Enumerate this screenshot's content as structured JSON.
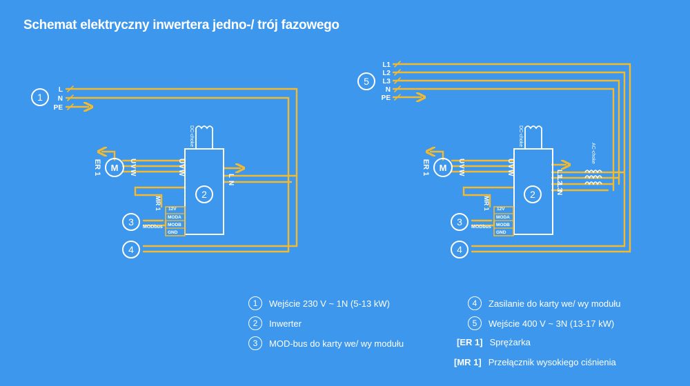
{
  "title": "Schemat elektryczny inwertera jedno-/ trój fazowego",
  "colors": {
    "background": "#3d97ec",
    "wire": "#f5b92e",
    "text": "#ffffff"
  },
  "left": {
    "input_marker": "1",
    "input_lines": [
      "L",
      "N",
      "PE"
    ],
    "motor_label": "M",
    "motor_tag": "ER 1",
    "motor_phases": [
      "U",
      "V",
      "W"
    ],
    "inverter_marker": "2",
    "dc_choke": "DC-choke",
    "output_lines": [
      "L",
      "N"
    ],
    "switch_tag": "MR 1",
    "modbus_marker": "3",
    "modbus_label": "MODbus",
    "terminals": [
      "12V",
      "MODA",
      "MODB",
      "GND"
    ],
    "power_marker": "4"
  },
  "right": {
    "input_marker": "5",
    "input_lines": [
      "L1",
      "L2",
      "L3",
      "N",
      "PE"
    ],
    "motor_label": "M",
    "motor_tag": "ER 1",
    "motor_phases": [
      "U",
      "V",
      "W"
    ],
    "inverter_marker": "2",
    "dc_choke": "DC-choke",
    "ac_choke": "AC-choke",
    "output_lines": [
      "L1",
      "L2",
      "L3",
      "N"
    ],
    "switch_tag": "MR 1",
    "modbus_marker": "3",
    "modbus_label": "MODbus",
    "terminals": [
      "12V",
      "MODA",
      "MODB",
      "GND"
    ],
    "power_marker": "4"
  },
  "legend": [
    {
      "key": "1",
      "text": "Wejście 230 V ~ 1N (5-13 kW)"
    },
    {
      "key": "2",
      "text": "Inwerter"
    },
    {
      "key": "3",
      "text": "MOD-bus do karty we/ wy modułu"
    },
    {
      "key": "4",
      "text": "Zasilanie do karty we/ wy modułu"
    },
    {
      "key": "5",
      "text": "Wejście 400 V ~ 3N (13-17 kW)"
    },
    {
      "key": "[ER 1]",
      "text": "Sprężarka"
    },
    {
      "key": "[MR 1]",
      "text": "Przełącznik wysokiego ciśnienia"
    }
  ]
}
